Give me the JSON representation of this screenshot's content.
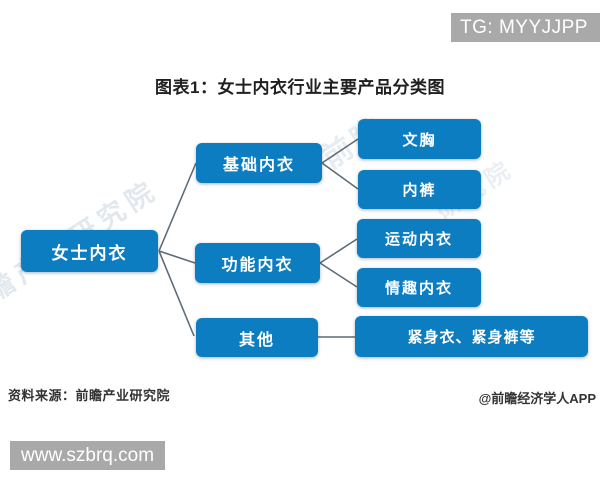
{
  "page": {
    "tg_badge": "TG: MYYJJPP",
    "title": "图表1：女士内衣行业主要产品分类图",
    "source": "资料来源：前瞻产业研究院",
    "credit": "@前瞻经济学人APP",
    "url_badge": "www.szbrq.com",
    "colors": {
      "node_blue": "#0d7dc2",
      "badge_gray": "#a9a9a9",
      "connector_gray": "#5f6b76",
      "title_text": "#1f1f1f"
    }
  },
  "diagram": {
    "root": {
      "label": "女士内衣"
    },
    "level1": [
      {
        "label": "基础内衣"
      },
      {
        "label": "功能内衣"
      },
      {
        "label": "其他"
      }
    ],
    "leaves": [
      {
        "label": "文胸",
        "parent": "基础内衣"
      },
      {
        "label": "内裤",
        "parent": "基础内衣"
      },
      {
        "label": "运动内衣",
        "parent": "功能内衣"
      },
      {
        "label": "情趣内衣",
        "parent": "功能内衣"
      },
      {
        "label": "紧身衣、紧身裤等",
        "parent": "其他"
      }
    ]
  },
  "watermarks": [
    "前瞻产业研究院",
    "前瞻",
    "研究院"
  ]
}
